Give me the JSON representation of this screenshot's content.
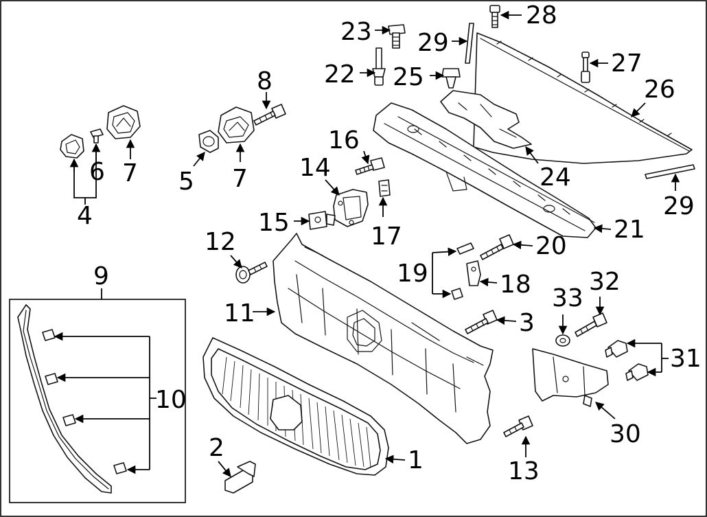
{
  "diagram": {
    "callouts": [
      "1",
      "2",
      "3",
      "4",
      "5",
      "6",
      "7",
      "7",
      "8",
      "9",
      "10",
      "11",
      "12",
      "13",
      "14",
      "15",
      "16",
      "17",
      "18",
      "19",
      "20",
      "21",
      "22",
      "23",
      "24",
      "25",
      "26",
      "27",
      "28",
      "29",
      "29",
      "30",
      "31",
      "32",
      "33"
    ],
    "line_color": "#111111",
    "background": "#ffffff"
  }
}
